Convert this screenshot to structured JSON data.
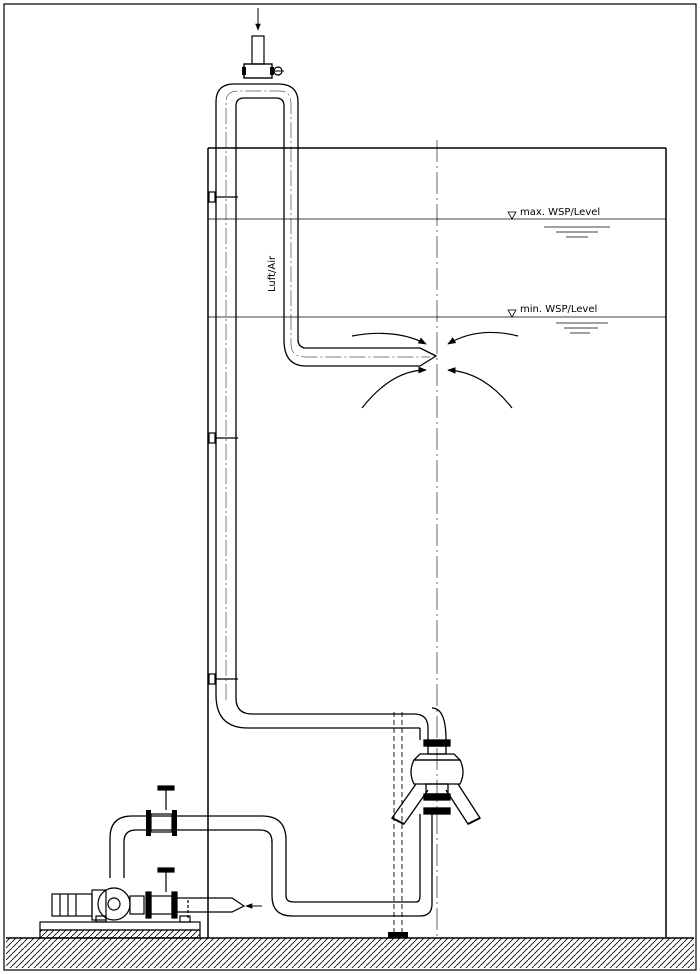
{
  "labels": {
    "max_level": "max. WSP/Level",
    "min_level": "min. WSP/Level",
    "air": "Luft/Air"
  },
  "colors": {
    "line": "#000000",
    "background": "#ffffff"
  }
}
